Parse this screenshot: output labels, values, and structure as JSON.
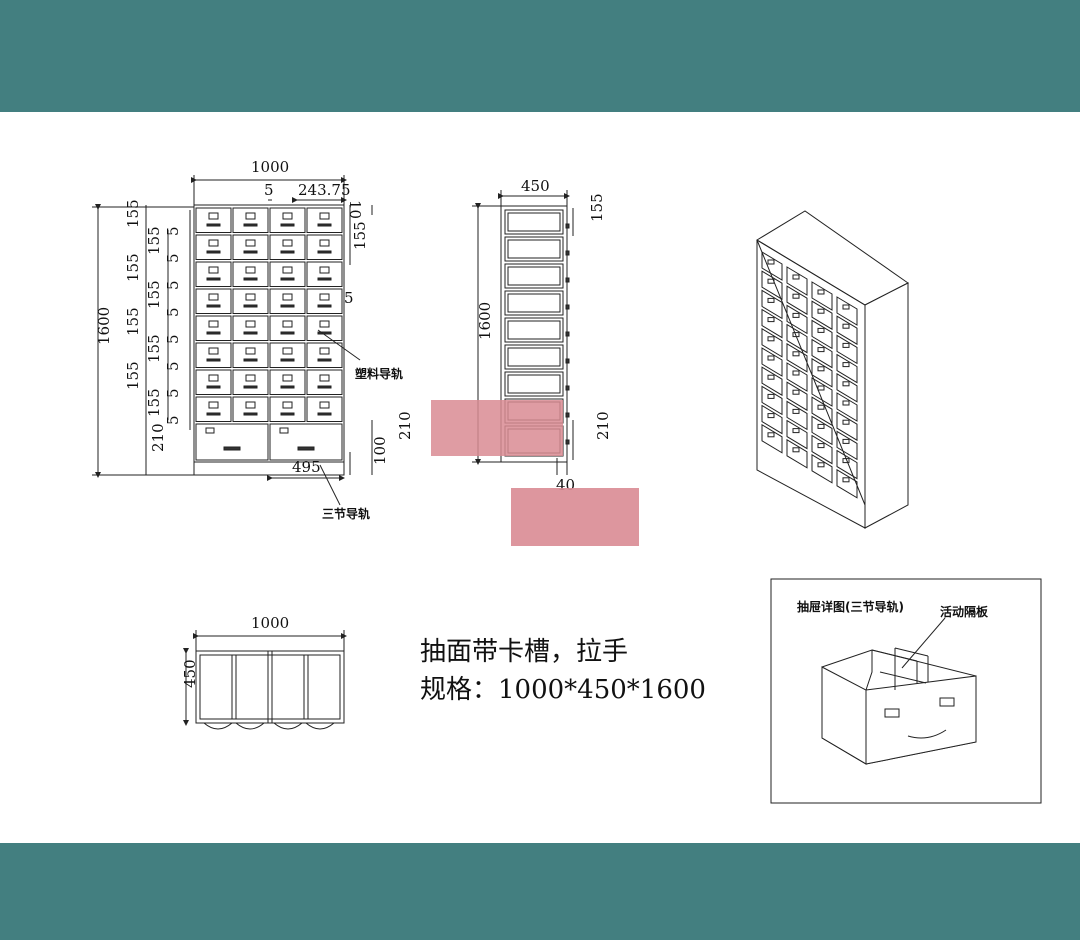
{
  "colors": {
    "band": "#437f80",
    "ink": "#222222",
    "overlay": "#d98b93"
  },
  "front": {
    "width": "1000",
    "gap": "5",
    "col_width": "243.75",
    "top_margin": "10",
    "height": "1600",
    "drawer_h": "155",
    "gap_v": "5",
    "bottom_drawer_h": "210",
    "base_h": "100",
    "bottom_drawer_w": "495",
    "plastic_rail_label": "塑料导轨",
    "three_rail_label": "三节导轨"
  },
  "side": {
    "depth": "450",
    "height": "1600",
    "drawer_h": "155",
    "bottom_h": "210",
    "offset": "40"
  },
  "plan": {
    "width": "1000",
    "depth": "450"
  },
  "spec": {
    "line1": "抽面带卡槽，拉手",
    "line2": "规格：1000*450*1600"
  },
  "detail": {
    "title": "抽屉详图(三节导轨)",
    "divider_label": "活动隔板"
  }
}
